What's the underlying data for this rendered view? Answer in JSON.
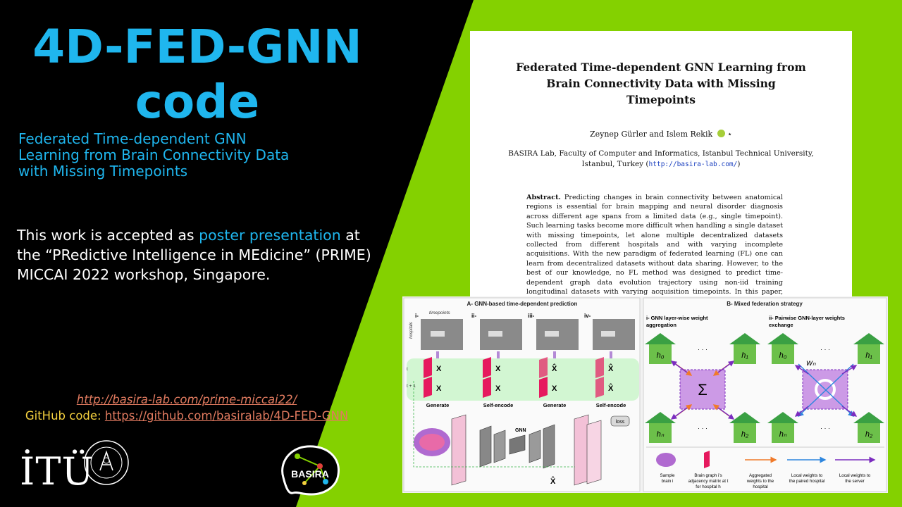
{
  "slide": {
    "title_line1": "4D-FED-GNN",
    "title_line2": "code",
    "subtitle_line1": "Federated Time-dependent GNN",
    "subtitle_line2": "Learning from Brain Connectivity Data",
    "subtitle_line3": "with Missing Timepoints",
    "accepted_pre": "This work is accepted as ",
    "accepted_highlight": "poster presentation",
    "accepted_post1": " at",
    "accepted_line2": "the “PRedictive Intelligence in MEdicine” (PRIME)",
    "accepted_line3": "MICCAI 2022 workshop, Singapore.",
    "prime_link": "http://basira-lab.com/prime-miccai22/",
    "github_label": "GitHub code: ",
    "github_link": "https://github.com/basiralab/4D-FED-GNN",
    "itu_logo_text": "İTÜ",
    "basira_logo_text": "BASIRA",
    "colors": {
      "title": "#1fb6ee",
      "green": "#84d100",
      "link": "#e07a5f",
      "github_label": "#f4d03f"
    }
  },
  "paper": {
    "title_line1": "Federated Time-dependent GNN Learning from",
    "title_line2": "Brain Connectivity Data with Missing",
    "title_line3": "Timepoints",
    "authors": "Zeynep Gürler and Islem Rekik",
    "author_mark": "⋆",
    "orcid_letter": "D",
    "affil_line1": "BASIRA Lab, Faculty of Computer and Informatics, Istanbul Technical University,",
    "affil_line2_pre": "Istanbul, Turkey (",
    "affil_url": "http://basira-lab.com/",
    "affil_line2_post": ")",
    "abstract_label": "Abstract.",
    "abstract_text": "Predicting changes in brain connectivity between anatomical regions is essential for brain mapping and neural disorder diagnosis across different age spans from a limited data (e.g., single timepoint). Such learning tasks become more difficult when handling a single dataset with missing timepoints, let alone multiple decentralized datasets collected from different hospitals and with varying incomplete acquisitions. With the new paradigm of federated learning (FL) one can learn from decentralized datasets without data sharing. However, to the best of our knowledge, no FL method was designed to predict time-dependent graph data evolution trajectory using non-iid training longitudinal datasets with varying acquisition timepoints. In this paper, we aim to signifi-"
  },
  "figure": {
    "panel_a_title": "A- GNN-based time-dependent prediction",
    "panel_b_title": "B- Mixed federation strategy",
    "cols": [
      "i-",
      "ii-",
      "iii-",
      "iv-"
    ],
    "timepoints_label": "timepoints",
    "hospitals_label": "hospitals",
    "col_labels": [
      "Generate",
      "Self-encode",
      "Generate",
      "Self-encode"
    ],
    "t_label": "t",
    "t1_label": "t + 1",
    "gnn_label": "GNN",
    "loss_label": "loss",
    "b_i_line1": "i- GNN layer-wise weight",
    "b_i_line2": "aggregation",
    "b_ii_line1": "ii- Pairwise GNN-layer weights",
    "b_ii_line2": "exchange",
    "h0": "h₀",
    "h1": "h₁",
    "h2": "h₂",
    "hn": "hₙ",
    "dots": "· · ·",
    "sigma": "Σ",
    "wn": "wₙ",
    "legend": [
      {
        "l1": "Sample",
        "l2": "brain i",
        "l3": ""
      },
      {
        "l1": "Brain graph i's",
        "l2": "adjacency matrix at t",
        "l3": "for hospital h"
      },
      {
        "l1": "Aggregated",
        "l2": "weights to the",
        "l3": "hospital"
      },
      {
        "l1": "Local weights to",
        "l2": "the paired hospital",
        "l3": ""
      },
      {
        "l1": "Local weights to",
        "l2": "the server",
        "l3": ""
      }
    ]
  }
}
